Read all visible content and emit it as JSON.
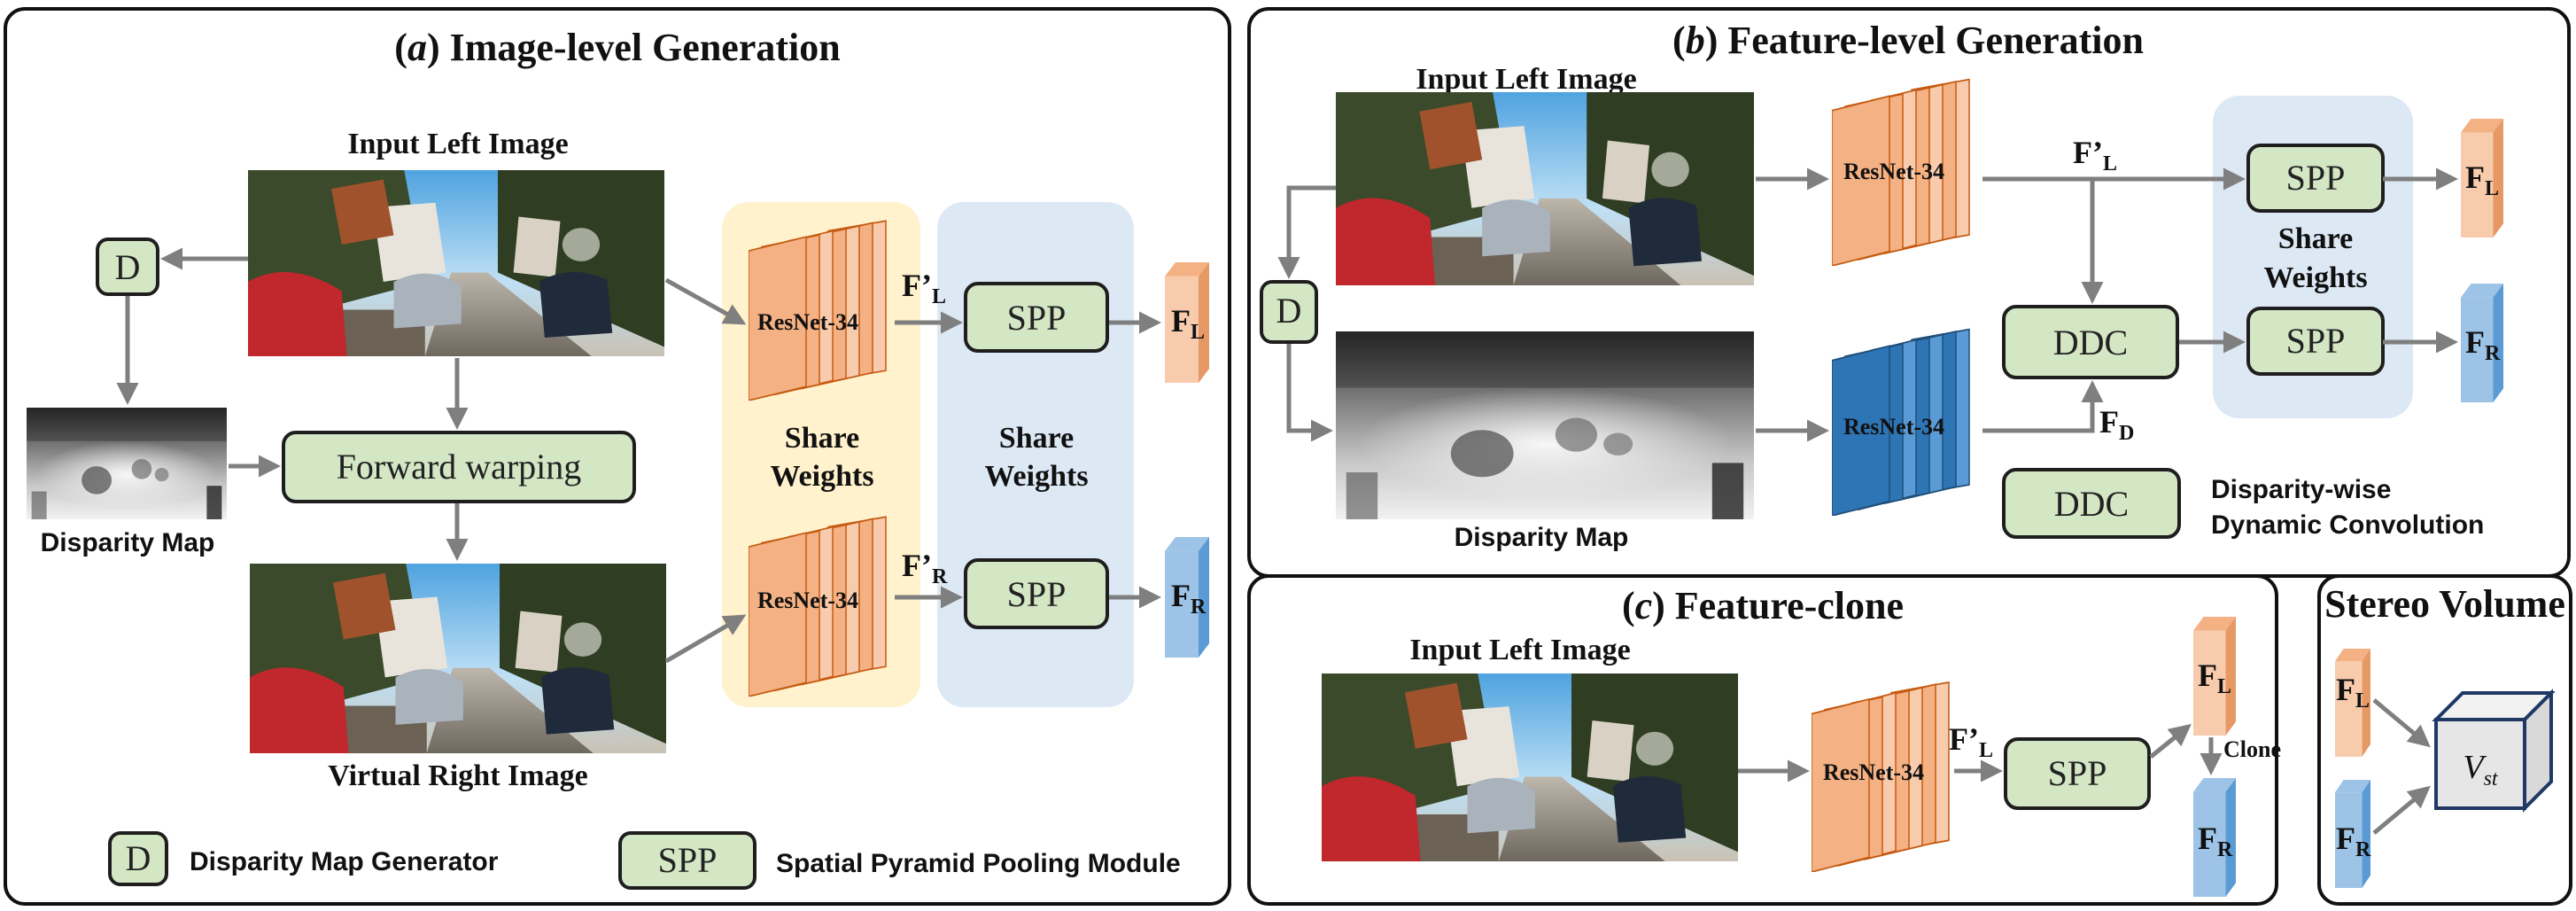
{
  "panel_a": {
    "title_prefix": "(",
    "title_letter": "a",
    "title_rest": ") Image-level Generation",
    "input_label": "Input Left Image",
    "disparity_label": "Disparity Map",
    "virtual_label": "Virtual Right Image",
    "d_label": "D",
    "warp_label": "Forward warping",
    "resnet_label": "ResNet-34",
    "spp_label": "SPP",
    "share_a": [
      "Share",
      "Weights"
    ],
    "share_b": [
      "Share",
      "Weights"
    ],
    "feat_fl_prime": "F’",
    "sub_l": "L",
    "feat_fr_prime": "F’",
    "sub_r": "R",
    "feat_f": "F",
    "legend_d_box": "D",
    "legend_d_text": "Disparity Map Generator",
    "legend_spp_box": "SPP",
    "legend_spp_text": "Spatial Pyramid Pooling Module"
  },
  "panel_b": {
    "title_prefix": "(",
    "title_letter": "b",
    "title_rest": ") Feature-level Generation",
    "input_label": "Input Left Image",
    "disparity_label": "Disparity Map",
    "d_label": "D",
    "resnet_label": "ResNet-34",
    "spp_label": "SPP",
    "ddc_label": "DDC",
    "share": [
      "Share",
      "Weights"
    ],
    "feat_prime": "F’",
    "feat_f": "F",
    "sub_l": "L",
    "sub_r": "R",
    "sub_d": "D",
    "legend_ddc_box": "DDC",
    "legend_ddc_text": [
      "Disparity-wise",
      "Dynamic Convolution"
    ]
  },
  "panel_c": {
    "title_prefix": "(",
    "title_letter": "c",
    "title_rest": ") Feature-clone",
    "input_label": "Input Left Image",
    "resnet_label": "ResNet-34",
    "spp_label": "SPP",
    "clone_label": "Clone",
    "feat_prime": "F’",
    "feat_f": "F",
    "sub_l": "L",
    "sub_r": "R"
  },
  "panel_d": {
    "title": "Stereo Volume",
    "feat_f": "F",
    "sub_l": "L",
    "sub_r": "R",
    "volume_v": "V",
    "volume_sub": "st"
  },
  "colors": {
    "resnet_orange": "#f4b183",
    "resnet_blue": "#2e75b6",
    "spp_green": "#d4e7c5",
    "share_yellow": "#fff2cc",
    "share_blue": "#dde8f5",
    "feature_orange": "#f8cbad",
    "feature_blue": "#9dc3e6",
    "arrow_gray": "#7f7f7f",
    "cube_face": "#e7e6e6",
    "cube_edge": "#1f3864"
  }
}
